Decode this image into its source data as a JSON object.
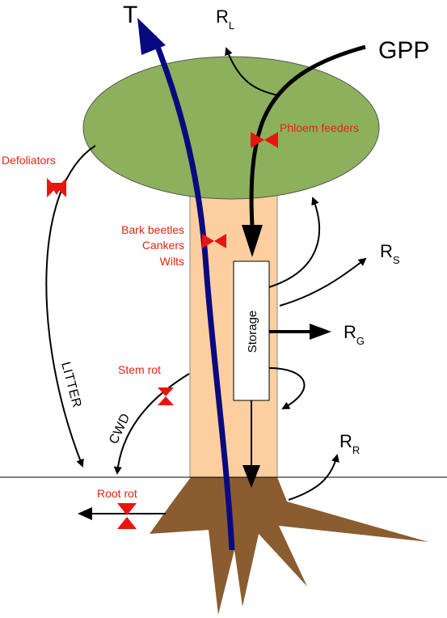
{
  "labels": {
    "transpiration": "T",
    "gpp": "GPP",
    "leaf_resp": {
      "main": "R",
      "sub": "L"
    },
    "stem_resp": {
      "main": "R",
      "sub": "S"
    },
    "growth_resp": {
      "main": "R",
      "sub": "G"
    },
    "root_resp": {
      "main": "R",
      "sub": "R"
    },
    "storage": "Storage",
    "litter": "LITTER",
    "cwd": "CWD"
  },
  "agents": {
    "phloem_feeders": "Phloem feeders",
    "defoliators": "Defoliators",
    "bark_beetles": "Bark beetles",
    "cankers": "Cankers",
    "wilts": "Wilts",
    "stem_rot": "Stem rot",
    "root_rot": "Root rot"
  },
  "colors": {
    "canopy": "#8db05c",
    "trunk": "#fdcf9f",
    "roots": "#8b5c30",
    "xylem": "#0a0a7e",
    "agent_text": "#e8230f",
    "bowtie": "#e8150f"
  }
}
